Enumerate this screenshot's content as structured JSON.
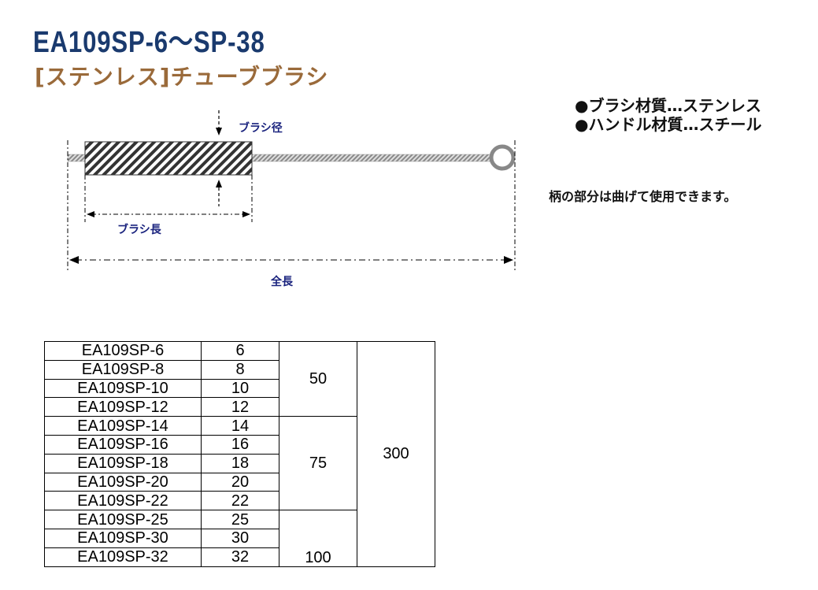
{
  "header": {
    "title": "EA109SP-6～SP-38",
    "subtitle": "[ステンレス]チューブブラシ"
  },
  "specs": [
    "●ブラシ材質…ステンレス",
    "●ハンドル材質…スチール"
  ],
  "note": "柄の部分は曲げて使用できます。",
  "diagram": {
    "brush_diameter_label": "ブラシ径",
    "brush_length_label": "ブラシ長",
    "total_length_label": "全長"
  },
  "table": {
    "rows": [
      {
        "model": "EA109SP-6",
        "diameter": "6"
      },
      {
        "model": "EA109SP-8",
        "diameter": "8"
      },
      {
        "model": "EA109SP-10",
        "diameter": "10"
      },
      {
        "model": "EA109SP-12",
        "diameter": "12"
      },
      {
        "model": "EA109SP-14",
        "diameter": "14"
      },
      {
        "model": "EA109SP-16",
        "diameter": "16"
      },
      {
        "model": "EA109SP-18",
        "diameter": "18"
      },
      {
        "model": "EA109SP-20",
        "diameter": "20"
      },
      {
        "model": "EA109SP-22",
        "diameter": "22"
      },
      {
        "model": "EA109SP-25",
        "diameter": "25"
      },
      {
        "model": "EA109SP-30",
        "diameter": "30"
      },
      {
        "model": "EA109SP-32",
        "diameter": "32"
      }
    ],
    "brush_lengths": [
      "50",
      "75",
      "100"
    ],
    "total_length": "300"
  },
  "colors": {
    "title": "#1a3a6e",
    "subtitle": "#9a6a3a",
    "diagram_label": "#1a237e"
  }
}
